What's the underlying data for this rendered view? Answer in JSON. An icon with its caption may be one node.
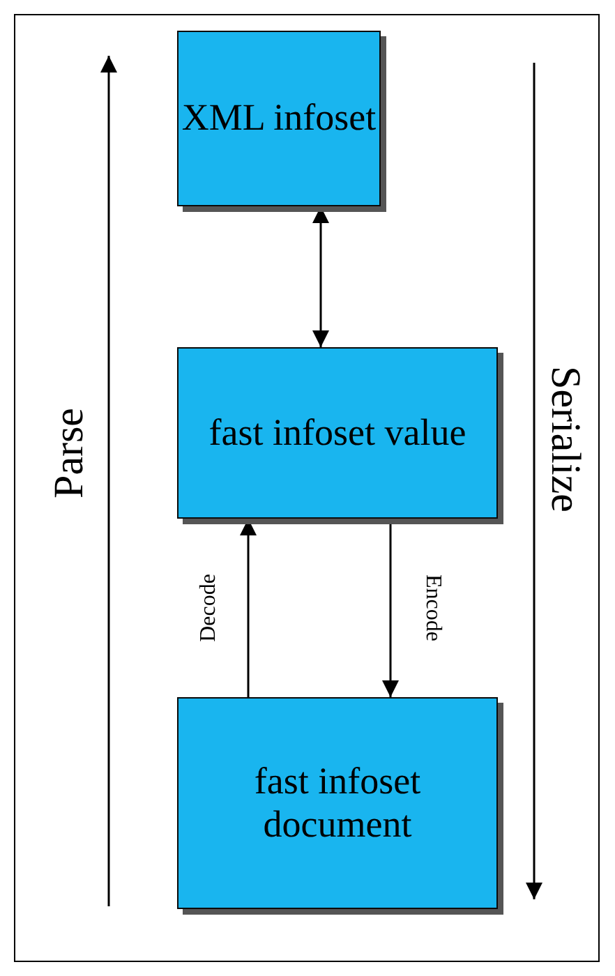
{
  "diagram": {
    "nodes": [
      {
        "text": [
          "XML infoset"
        ]
      },
      {
        "text": [
          "fast infoset value"
        ]
      },
      {
        "text": [
          "fast infoset document"
        ]
      }
    ],
    "edges": [
      {
        "from": 0,
        "to": 1,
        "arrow": "both"
      },
      {
        "from": 2,
        "to": 1,
        "arrow": "to",
        "label": "Decode"
      },
      {
        "from": 1,
        "to": 2,
        "arrow": "to",
        "label": "Encode"
      }
    ],
    "labels": [
      "Parse",
      "Serialize"
    ]
  }
}
